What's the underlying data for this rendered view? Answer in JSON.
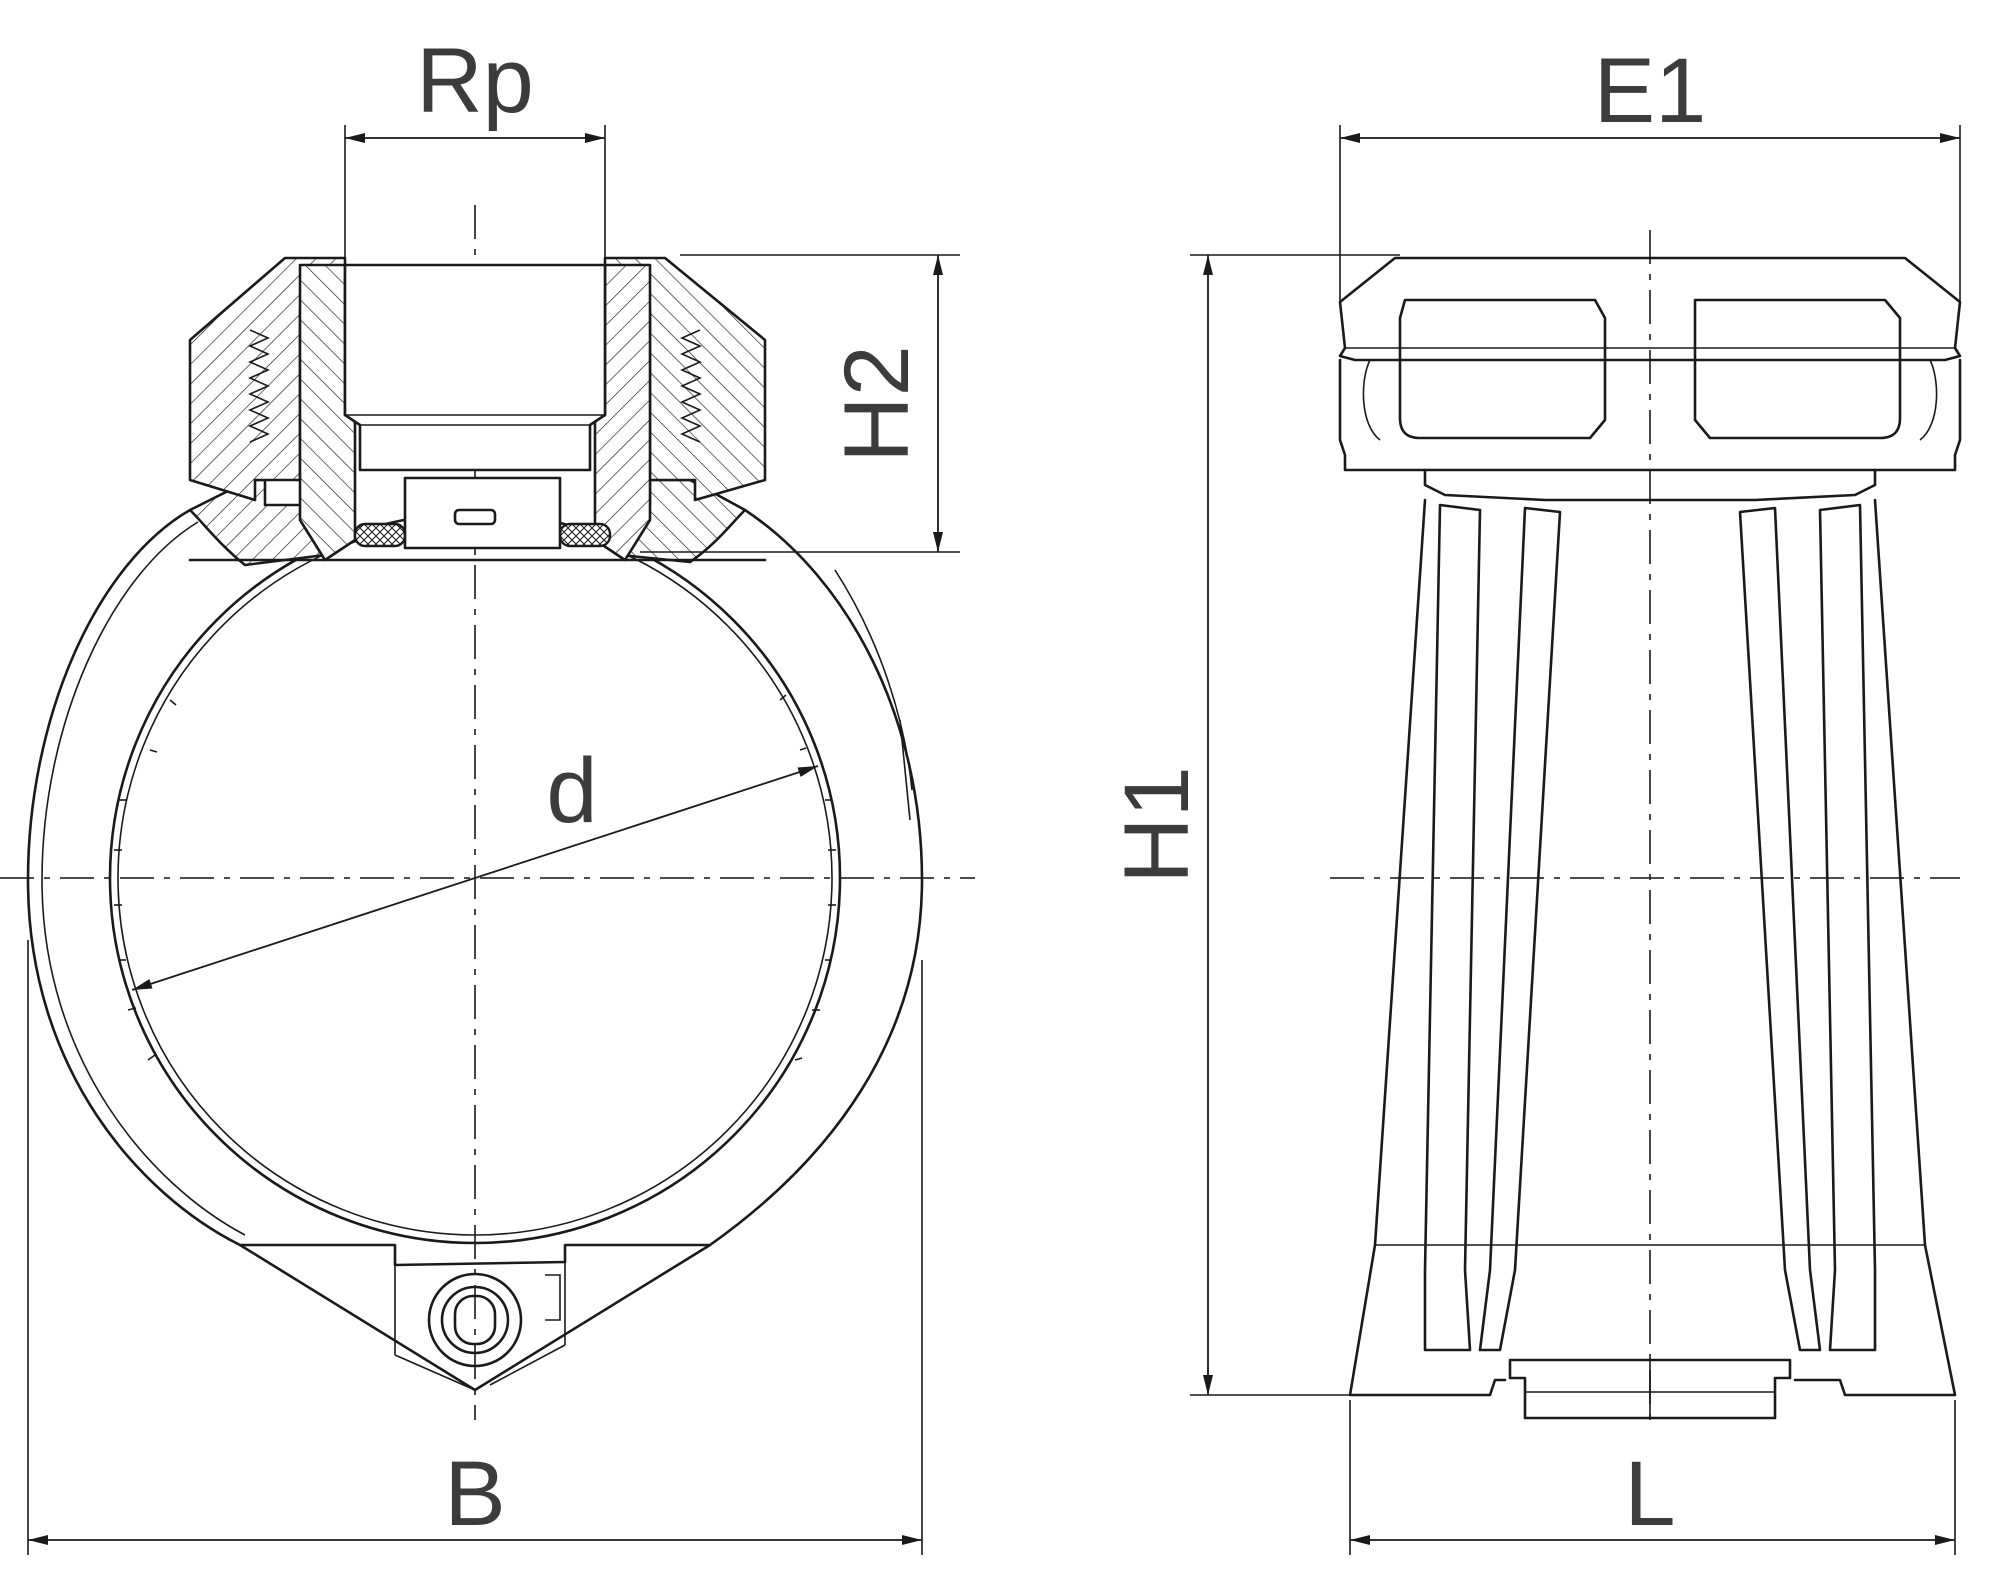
{
  "labels": {
    "rp": "Rp",
    "e1": "E1",
    "h2": "H2",
    "h1": "H1",
    "d": "d",
    "b": "B",
    "l": "L"
  }
}
